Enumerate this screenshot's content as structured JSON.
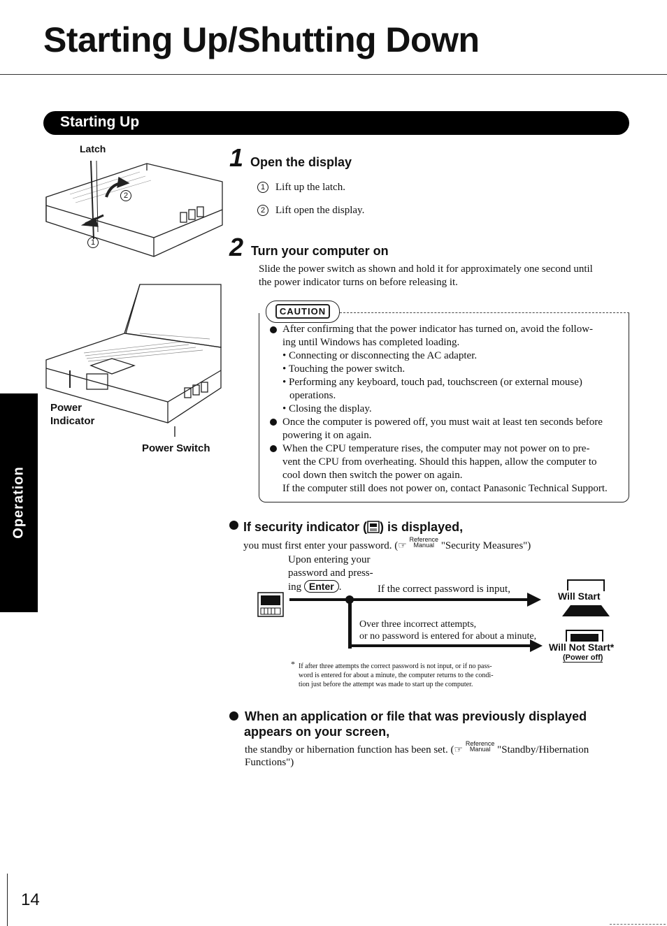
{
  "page": {
    "title": "Starting Up/Shutting Down",
    "section": "Starting Up",
    "side_tab": "Operation",
    "page_number": "14"
  },
  "figure": {
    "latch": "Latch",
    "callout1": "1",
    "callout2": "2",
    "power_indicator_1": "Power",
    "power_indicator_2": "Indicator",
    "power_switch": "Power Switch"
  },
  "step1": {
    "number": "1",
    "heading": "Open the display",
    "items": [
      {
        "num": "1",
        "text": "Lift up the latch."
      },
      {
        "num": "2",
        "text": "Lift open the display."
      }
    ]
  },
  "step2": {
    "number": "2",
    "heading": "Turn your computer on",
    "lines": [
      "Slide the power switch as shown and hold it for approximately one second until",
      "the power indicator turns on before releasing it."
    ]
  },
  "caution": {
    "label": "CAUTION",
    "lines": [
      "After confirming that the power indicator has turned on, avoid the follow-",
      "ing until Windows has completed loading.",
      "• Connecting or disconnecting the AC adapter.",
      "• Touching the power switch.",
      "• Performing any keyboard, touch pad, touchscreen (or external mouse)",
      "operations.",
      "• Closing the display.",
      "Once the computer is powered off, you must wait at least ten seconds before",
      "powering it on again.",
      "When the CPU temperature rises, the computer may not power on to pre-",
      "vent the CPU from overheating. Should this happen, allow the computer to",
      "cool down then switch the power on again.",
      "If the computer still does not power on, contact Panasonic Technical Support."
    ]
  },
  "security": {
    "heading_pre": "If security indicator (",
    "heading_post": ") is displayed,",
    "line_pre": "you must first enter your password. (",
    "ref_top": "Reference",
    "ref_bottom": "Manual",
    "line_post": "\"Security Measures\")",
    "flow_1": "Upon entering your",
    "flow_2": "password and press-",
    "flow_3": "ing",
    "enter_key": "Enter",
    "flow_3_end": ".",
    "correct": "If the correct password is input,",
    "will_start": "Will Start",
    "incorrect_1": "Over three incorrect attempts,",
    "incorrect_2": "or no password is entered for about  a minute,",
    "will_not_start": "Will Not Start*",
    "power_off": "(Power off)",
    "note_mark": "*",
    "note_1": "If after three attempts the correct password is not input, or if no pass-",
    "note_2": "word is entered for about a minute, the computer returns to the condi-",
    "note_3": "tion just before the attempt was made to start up the computer."
  },
  "application": {
    "heading_1": "When an application or file that was previously displayed",
    "heading_2": "appears on your screen,",
    "line_pre": "the standby or hibernation function has been set.  (",
    "ref_top": "Reference",
    "ref_bottom": "Manual",
    "line_post": "\"Standby/Hibernation",
    "line_2": "Functions\")"
  }
}
